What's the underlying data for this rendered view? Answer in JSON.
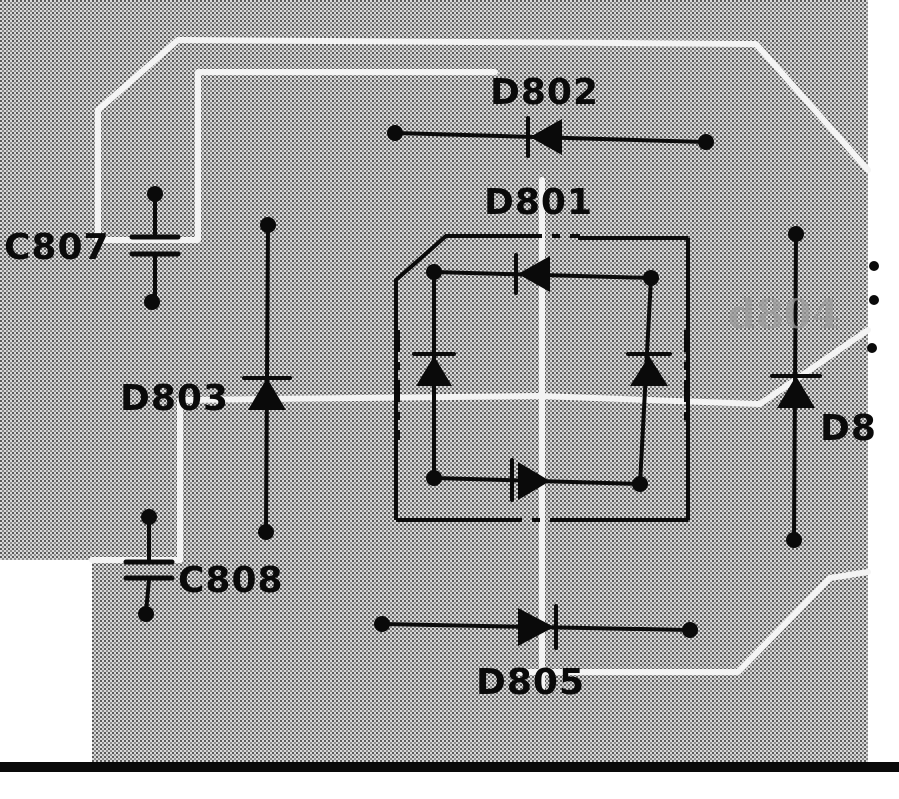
{
  "components": {
    "d802": "D802",
    "d801": "D801",
    "c807": "C807",
    "d803": "D803",
    "c808": "C808",
    "d805": "D805",
    "d804_partial": "D8",
    "watermark": "d804"
  },
  "colors": {
    "board": "#b8b8b8",
    "trace": "#f4f4f4",
    "ink": "#0a0a0a",
    "background": "#ffffff"
  }
}
